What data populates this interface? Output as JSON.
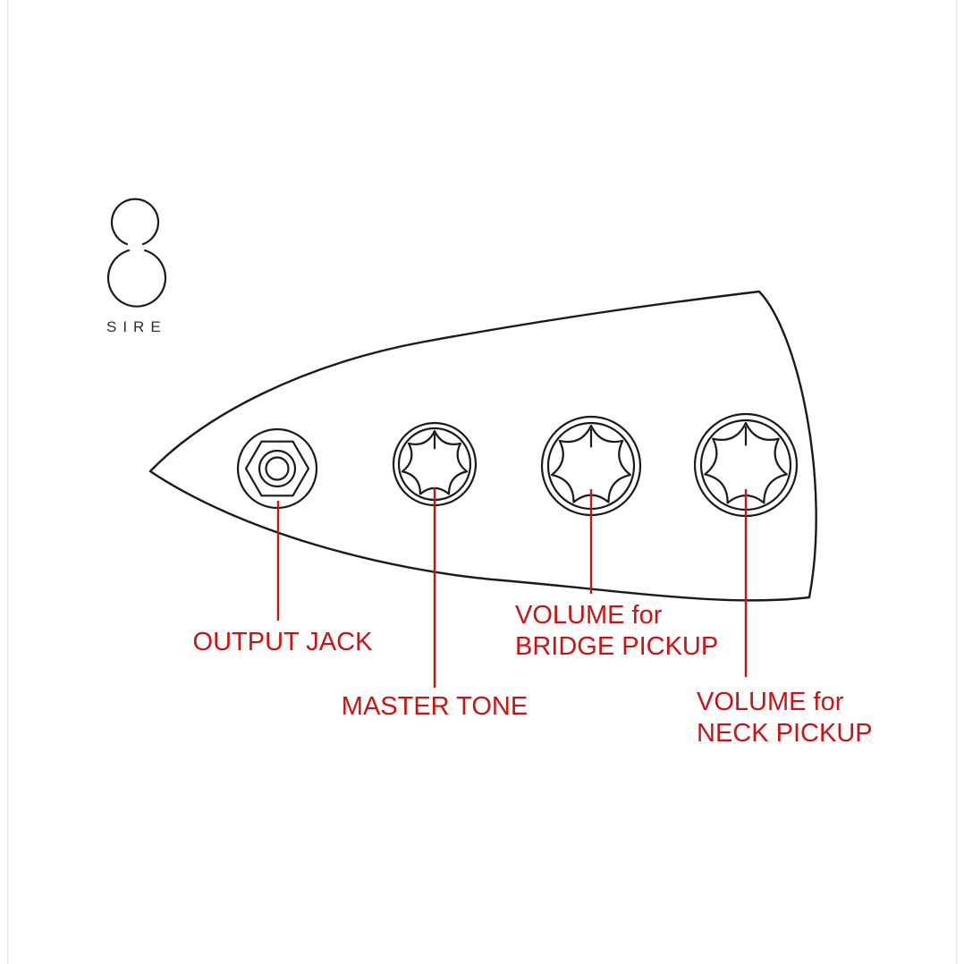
{
  "brand": {
    "name": "SIRE"
  },
  "diagram": {
    "subject": "bass-guitar-control-plate",
    "callouts": {
      "output_jack": {
        "label": "OUTPUT JACK"
      },
      "master_tone": {
        "label": "MASTER TONE"
      },
      "bridge_volume": {
        "line1": "VOLUME for",
        "line2": "BRIDGE PICKUP"
      },
      "neck_volume": {
        "line1": "VOLUME for",
        "line2": "NECK PICKUP"
      }
    },
    "colors": {
      "outline": "#1a1a1a",
      "callout": "#c81414",
      "background": "#ffffff"
    }
  }
}
